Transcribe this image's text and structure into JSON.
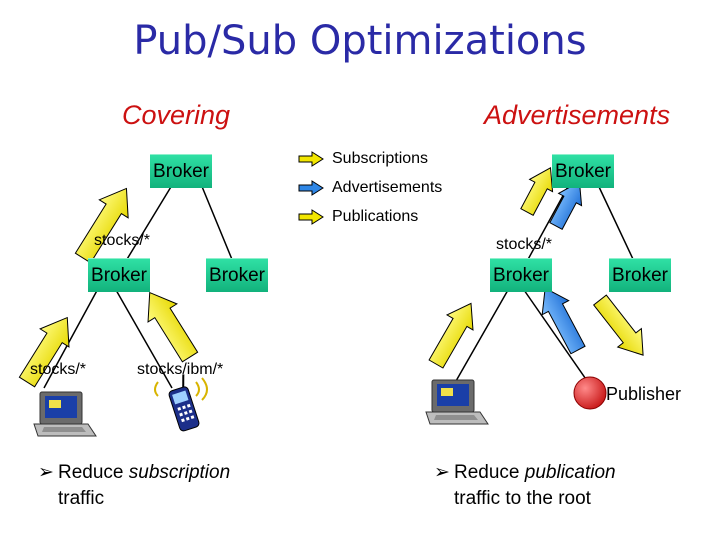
{
  "title": "Pub/Sub Optimizations",
  "left": {
    "heading": "Covering",
    "broker_top": "Broker",
    "broker_left": "Broker",
    "broker_right": "Broker",
    "label_top_sub": "stocks/*",
    "label_left_leaf": "stocks/*",
    "label_right_leaf": "stocks/ibm/*",
    "bullet_part1": "Reduce ",
    "bullet_italic": "subscription",
    "bullet_line2": "traffic"
  },
  "right": {
    "heading": "Advertisements",
    "broker_top": "Broker",
    "broker_left": "Broker",
    "broker_right": "Broker",
    "label_top_sub": "stocks/*",
    "publisher": "Publisher",
    "bullet_part1": "Reduce ",
    "bullet_italic": "publication",
    "bullet_line2": "traffic to the root"
  },
  "legend": [
    {
      "label": "Subscriptions",
      "color": "#f2e600",
      "icon": "yellow-arrow"
    },
    {
      "label": "Advertisements",
      "color": "#2e86e6",
      "icon": "blue-arrow"
    },
    {
      "label": "Publications",
      "color": "#f2e600",
      "icon": "yellow-arrow"
    }
  ],
  "colors": {
    "title": "#2a2aa6",
    "heading": "#cc1111",
    "broker": "#1cc98f",
    "subscription_arrow": "#f2e600",
    "advertisement_arrow": "#2e86e6",
    "publication_arrow": "#f2e600",
    "publisher_node": "#e63030"
  }
}
